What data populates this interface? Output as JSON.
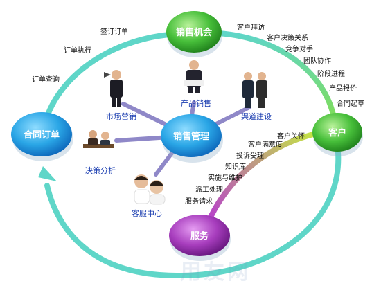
{
  "nodes": {
    "sales_opportunity": "销售机会",
    "contract_order": "合同订单",
    "customer": "客户",
    "service": "服务",
    "sales_management": "销售管理"
  },
  "left_arc_labels": [
    "签订订单",
    "订单执行",
    "订单查询"
  ],
  "right_arc_labels": [
    "客户拜访",
    "客户决策关系",
    "竞争对手",
    "团队协作",
    "阶段进程",
    "产品报价",
    "合同起草"
  ],
  "service_labels": [
    "客户关怀",
    "客户满意度",
    "投诉受理",
    "知识库",
    "实施与维护",
    "派工处理",
    "服务请求"
  ],
  "spokes": {
    "market": "市场营销",
    "product": "产品销售",
    "channel": "渠道建设",
    "decision": "决策分析",
    "service_center": "客服中心"
  },
  "watermark": "用友网",
  "colors": {
    "cycle_arc": "#5fd6c8",
    "blue_node": "#1f9be0",
    "green_node": "#3fb83a",
    "purple_node": "#9c2fb3",
    "spoke": "#8f88c8",
    "caption": "#1a3db0"
  }
}
